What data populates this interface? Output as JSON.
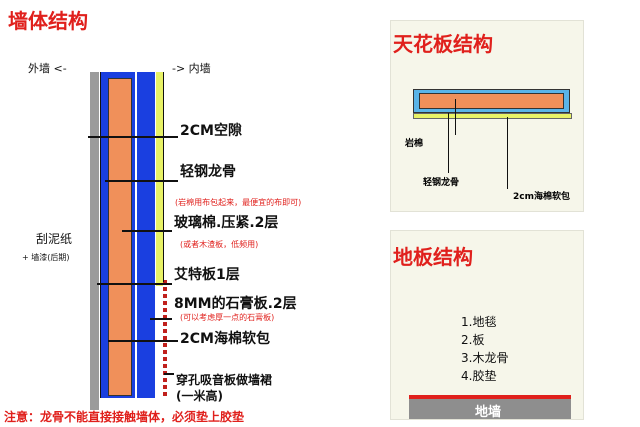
{
  "wall": {
    "title": "墙体结构",
    "outer_label": "外墙 <-",
    "inner_label": "-> 内墙",
    "left_label": "刮泥纸",
    "left_sub": "+ 墙漆(后期)",
    "labels": [
      {
        "text": "2CM空隙"
      },
      {
        "text": "轻钢龙骨"
      },
      {
        "text": "玻璃棉.压紧.2层"
      },
      {
        "text": "艾特板1层"
      },
      {
        "text": "8MM的石膏板.2层"
      },
      {
        "text": "2CM海棉软包"
      },
      {
        "text": "穿孔吸音板做墙裙"
      },
      {
        "text": "(一米高)"
      }
    ],
    "notes": [
      {
        "text": "(岩棉用布包起来，最便宜的布即可)"
      },
      {
        "text": "(或者木渣板，低频用)"
      },
      {
        "text": "(可以考虑厚一点的石膏板)"
      }
    ],
    "warning": "注意：龙骨不能直接接触墙体，必须垫上胶垫",
    "colors": {
      "wall": "#9b9b9b",
      "insulation": "#f0905a",
      "stud": "#1a3fe0",
      "foam": "#e8f266",
      "perforated": "#c0201c",
      "label_red": "#e0201c"
    }
  },
  "ceiling": {
    "title": "天花板结构",
    "labels": [
      {
        "text": "岩棉"
      },
      {
        "text": "轻钢龙骨"
      },
      {
        "text": "2cm海棉软包"
      }
    ]
  },
  "floor": {
    "title": "地板结构",
    "items": [
      "1.地毯",
      "2.板",
      "3.木龙骨",
      "4.胶垫"
    ],
    "base_label": "地墙"
  }
}
